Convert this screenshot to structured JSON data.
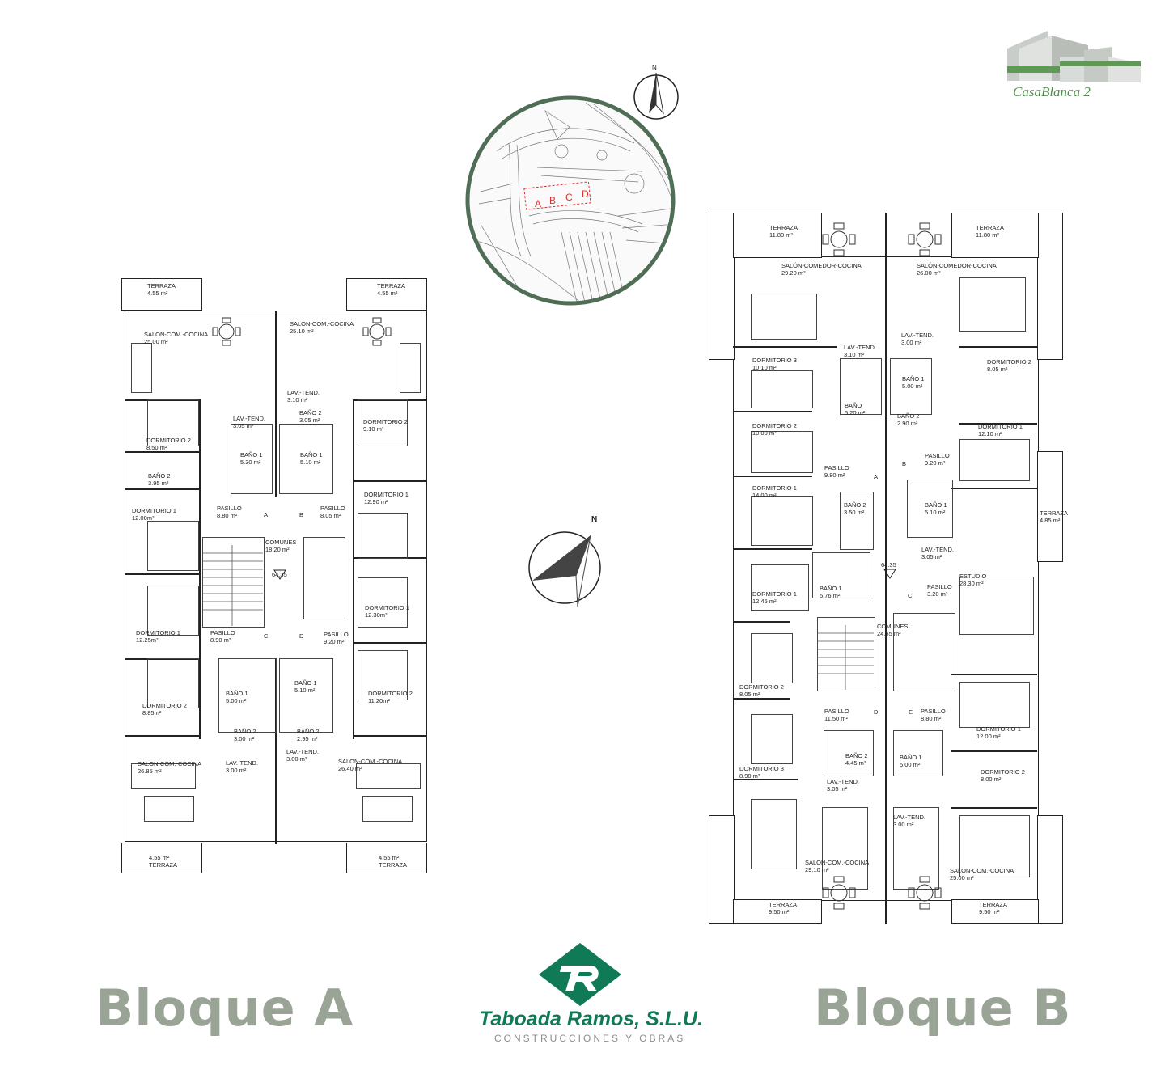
{
  "titles": {
    "bloque_a": "Bloque A",
    "bloque_b": "Bloque B"
  },
  "brand": {
    "name": "Taboada Ramos, S.L.U.",
    "subtitle": "CONSTRUCCIONES Y OBRAS",
    "color": "#0f7a55"
  },
  "logo": {
    "name": "CasaBlanca 2",
    "color": "#4d8a4d"
  },
  "compass": {
    "north_label": "N",
    "north_label_2": "N"
  },
  "site_map": {
    "blocks": [
      "A",
      "B",
      "C",
      "D"
    ],
    "ring_color": "#4f6e55",
    "highlight_color": "#e03030"
  },
  "level_mark": {
    "a": "64.35",
    "b": "64.35"
  },
  "bloque_a_rooms": [
    {
      "name": "TERRAZA",
      "area": "4.55 m²"
    },
    {
      "name": "TERRAZA",
      "area": "4.55 m²"
    },
    {
      "name": "SALON-COM.-COCINA",
      "area": "25.00 m²"
    },
    {
      "name": "SALON-COM.-COCINA",
      "area": "25.10 m²"
    },
    {
      "name": "LAV.-TEND.",
      "area": "3.10 m²"
    },
    {
      "name": "LAV.-TEND.",
      "area": "3.05 m²"
    },
    {
      "name": "BAÑO 2",
      "area": "3.05 m²"
    },
    {
      "name": "DORMITORIO 2",
      "area": "8.50 m²"
    },
    {
      "name": "DORMITORIO 2",
      "area": "9.10 m²"
    },
    {
      "name": "BAÑO 1",
      "area": "5.30 m²"
    },
    {
      "name": "BAÑO 1",
      "area": "5.10 m²"
    },
    {
      "name": "BAÑO 2",
      "area": "3.95 m²"
    },
    {
      "name": "DORMITORIO 1",
      "area": "12.00m²"
    },
    {
      "name": "PASILLO",
      "area": "8.80 m²"
    },
    {
      "name": "PASILLO",
      "area": "8.05 m²"
    },
    {
      "name": "DORMITORIO 1",
      "area": "12.90 m²"
    },
    {
      "name": "COMUNES",
      "area": "18.20 m²"
    },
    {
      "name": "DORMITORIO 1",
      "area": "12.30m²"
    },
    {
      "name": "DORMITORIO 1",
      "area": "12.25m²"
    },
    {
      "name": "PASILLO",
      "area": "8.90 m²"
    },
    {
      "name": "PASILLO",
      "area": "9.20 m²"
    },
    {
      "name": "BAÑO 1",
      "area": "5.00 m²"
    },
    {
      "name": "BAÑO 1",
      "area": "5.10 m²"
    },
    {
      "name": "DORMITORIO 2",
      "area": "8.85m²"
    },
    {
      "name": "DORMITORIO 2",
      "area": "11.20m²"
    },
    {
      "name": "BAÑO 2",
      "area": "3.00 m²"
    },
    {
      "name": "BAÑO 2",
      "area": "2.95 m²"
    },
    {
      "name": "SALON-COM.-COCINA",
      "area": "26.85 m²"
    },
    {
      "name": "LAV.-TEND.",
      "area": "3.00 m²"
    },
    {
      "name": "LAV.-TEND.",
      "area": "3.00 m²"
    },
    {
      "name": "SALON-COM.-COCINA",
      "area": "26.40 m²"
    },
    {
      "name": "TERRAZA",
      "area": "4.55 m²"
    },
    {
      "name": "TERRAZA",
      "area": "4.55 m²"
    }
  ],
  "bloque_a_letters": [
    "A",
    "B",
    "C",
    "D"
  ],
  "bloque_b_rooms": [
    {
      "name": "TERRAZA",
      "area": "11.80 m²"
    },
    {
      "name": "TERRAZA",
      "area": "11.80 m²"
    },
    {
      "name": "SALÓN-COMEDOR-COCINA",
      "area": "29.20 m²"
    },
    {
      "name": "SALÓN-COMEDOR-COCINA",
      "area": "26.00 m²"
    },
    {
      "name": "LAV.-TEND.",
      "area": "3.00 m²"
    },
    {
      "name": "LAV.-TEND.",
      "area": "3.10 m²"
    },
    {
      "name": "DORMITORIO 3",
      "area": "10.10 m²"
    },
    {
      "name": "DORMITORIO 2",
      "area": "8.05 m²"
    },
    {
      "name": "BAÑO 1",
      "area": "5.00 m²"
    },
    {
      "name": "BAÑO",
      "area": "5.20 m²"
    },
    {
      "name": "BAÑO 2",
      "area": "2.90 m²"
    },
    {
      "name": "DORMITORIO 2",
      "area": "10.00 m²"
    },
    {
      "name": "DORMITORIO 1",
      "area": "12.10 m²"
    },
    {
      "name": "PASILLO",
      "area": "9.80 m²"
    },
    {
      "name": "PASILLO",
      "area": "9.20 m²"
    },
    {
      "name": "DORMITORIO 1",
      "area": "14.00 m²"
    },
    {
      "name": "BAÑO 2",
      "area": "3.50 m²"
    },
    {
      "name": "BAÑO 1",
      "area": "5.10 m²"
    },
    {
      "name": "TERRAZA",
      "area": "4.85 m²"
    },
    {
      "name": "LAV.-TEND.",
      "area": "3.05 m²"
    },
    {
      "name": "DORMITORIO 1",
      "area": "12.45 m²"
    },
    {
      "name": "BAÑO 1",
      "area": "5.76 m²"
    },
    {
      "name": "ESTUDIO",
      "area": "28.30 m²"
    },
    {
      "name": "PASILLO",
      "area": "3.20 m²"
    },
    {
      "name": "COMUNES",
      "area": "24.65 m²"
    },
    {
      "name": "DORMITORIO 2",
      "area": "8.05 m²"
    },
    {
      "name": "PASILLO",
      "area": "11.50 m²"
    },
    {
      "name": "PASILLO",
      "area": "8.80 m²"
    },
    {
      "name": "DORMITORIO 1",
      "area": "12.00 m²"
    },
    {
      "name": "BAÑO 2",
      "area": "4.45 m²"
    },
    {
      "name": "BAÑO 1",
      "area": "5.00 m²"
    },
    {
      "name": "DORMITORIO 3",
      "area": "8.90 m²"
    },
    {
      "name": "DORMITORIO 2",
      "area": "8.00 m²"
    },
    {
      "name": "LAV.-TEND.",
      "area": "3.05 m²"
    },
    {
      "name": "LAV.-TEND.",
      "area": "3.00 m²"
    },
    {
      "name": "SALON-COM.-COCINA",
      "area": "29.10 m²"
    },
    {
      "name": "SALON-COM.-COCINA",
      "area": "25.00 m²"
    },
    {
      "name": "TERRAZA",
      "area": "9.50 m²"
    },
    {
      "name": "TERRAZA",
      "area": "9.50 m²"
    }
  ],
  "bloque_b_letters": [
    "A",
    "B",
    "C",
    "D",
    "E"
  ]
}
